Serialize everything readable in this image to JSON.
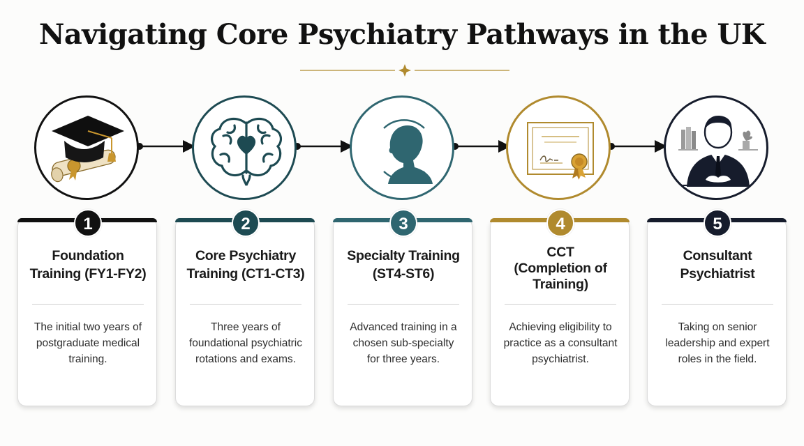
{
  "title": "Navigating Core Psychiatry Pathways in the UK",
  "colors": {
    "step1": "#111111",
    "step2": "#1d4a52",
    "step3": "#2f6670",
    "step4": "#b08a2e",
    "step5": "#161c2c",
    "gold": "#b08a2e",
    "arrow": "#111111"
  },
  "steps": [
    {
      "number": "1",
      "title": [
        "Foundation",
        "Training (FY1-FY2)"
      ],
      "description": [
        "The initial two years of",
        "postgraduate medical",
        "training."
      ],
      "icon": "graduation-cap-diploma-icon"
    },
    {
      "number": "2",
      "title": [
        "Core Psychiatry",
        "Training (CT1-CT3)"
      ],
      "description": [
        "Three years of",
        "foundational psychiatric",
        "rotations and exams."
      ],
      "icon": "brain-heart-icon"
    },
    {
      "number": "3",
      "title": [
        "Specialty Training",
        "(ST4-ST6)"
      ],
      "description": [
        "Advanced training in a",
        "chosen sub-specialty",
        "for three years."
      ],
      "icon": "person-silhouette-icon"
    },
    {
      "number": "4",
      "title": [
        "CCT",
        "(Completion of",
        "Training)"
      ],
      "description": [
        "Achieving eligibility to",
        "practice as a consultant",
        "psychiatrist."
      ],
      "icon": "certificate-icon"
    },
    {
      "number": "5",
      "title": [
        "Consultant",
        "Psychiatrist"
      ],
      "description": [
        "Taking on senior",
        "leadership and expert",
        "roles in the field."
      ],
      "icon": "consultant-icon"
    }
  ]
}
